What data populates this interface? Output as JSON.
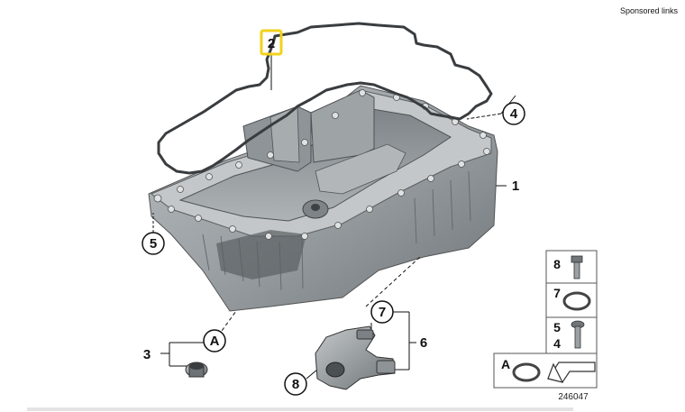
{
  "header": {
    "sponsored_label": "Sponsored links"
  },
  "callouts": {
    "oil_pan": "1",
    "gasket": "2",
    "plug_3": "3",
    "bolt_4": "4",
    "bolt_5": "5",
    "sensor_6": "6",
    "seal_7": "7",
    "screw_8": "8",
    "detail_a": "A"
  },
  "parts_panel": {
    "rows": [
      {
        "label": "8"
      },
      {
        "label": "7"
      },
      {
        "label_top": "5",
        "label_bottom": "4"
      }
    ],
    "ring_label": "A"
  },
  "figure_id": "246047",
  "colors": {
    "highlight": "#f2d21b",
    "pan": "#9aa0a3",
    "gasket": "#3a3d40"
  }
}
